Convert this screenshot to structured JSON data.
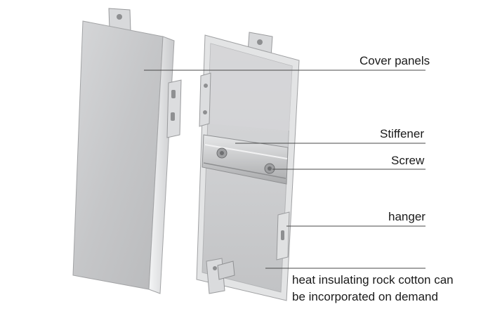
{
  "diagram": {
    "labels": {
      "cover_panels": "Cover panels",
      "stiffener": "Stiffener",
      "screw": "Screw",
      "hanger": "hanger",
      "insulation_line1": "heat insulating rock cotton can",
      "insulation_line2": "be incorporated on demand"
    },
    "colors": {
      "panel_face": "#c8c9cb",
      "panel_edge": "#e9eaeb",
      "tray_inner": "#cfd0d2",
      "leader_line": "#4a4a4a"
    }
  }
}
